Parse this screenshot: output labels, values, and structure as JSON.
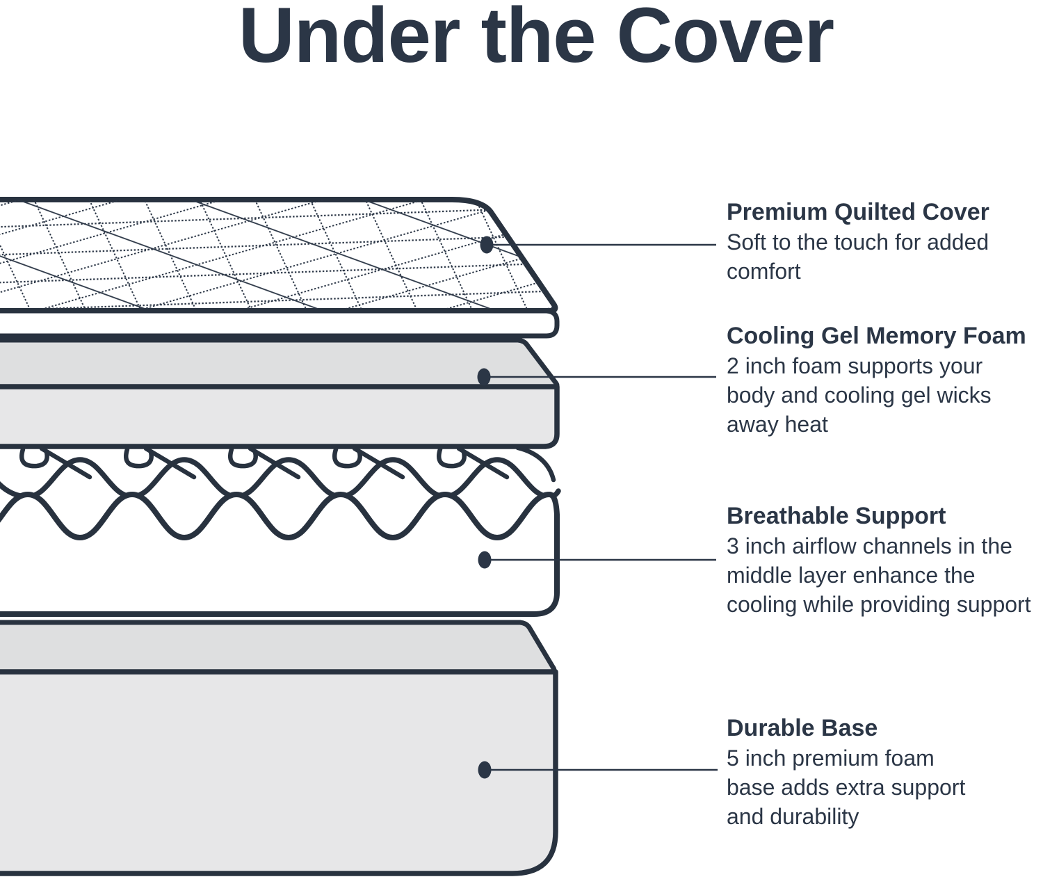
{
  "page": {
    "title": "Under the Cover"
  },
  "colors": {
    "ink": "#2b3646",
    "outline": "#28323f",
    "gray_top": "#dedfe0",
    "gray_front": "#e7e7e8",
    "white": "#ffffff"
  },
  "callouts": [
    {
      "id": "premium-quilted-cover",
      "title": "Premium Quilted Cover",
      "lines": [
        "Soft to the touch for added",
        "comfort"
      ]
    },
    {
      "id": "cooling-gel-memory-foam",
      "title": "Cooling Gel Memory Foam",
      "lines": [
        "2 inch foam supports your",
        "body and cooling gel wicks",
        "away heat"
      ]
    },
    {
      "id": "breathable-support",
      "title": "Breathable Support",
      "lines": [
        "3 inch airflow channels in the",
        "middle layer enhance the",
        "cooling while providing support"
      ]
    },
    {
      "id": "durable-base",
      "title": "Durable Base",
      "lines": [
        "5 inch premium foam",
        "base adds extra support",
        "and durability"
      ]
    }
  ]
}
